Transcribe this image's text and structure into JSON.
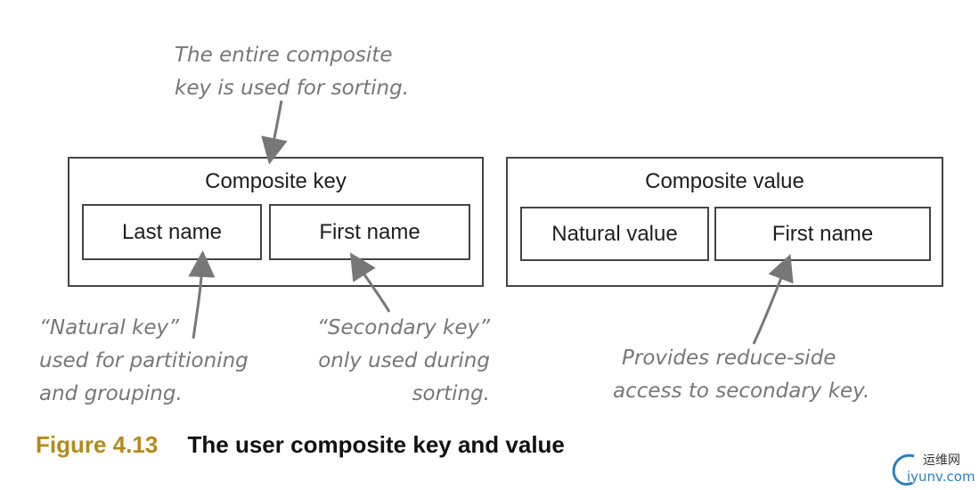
{
  "key_box": {
    "title": "Composite key",
    "fields": [
      "Last name",
      "First name"
    ]
  },
  "value_box": {
    "title": "Composite value",
    "fields": [
      "Natural value",
      "First name"
    ]
  },
  "notes": {
    "top": [
      "The entire composite",
      "key is used for sorting."
    ],
    "natural_key": [
      "“Natural key”",
      "used for partitioning",
      "and grouping."
    ],
    "secondary_key": [
      "“Secondary key”",
      "only used during",
      "sorting."
    ],
    "value_note": [
      "Provides reduce-side",
      "access to secondary key."
    ]
  },
  "caption": {
    "number": "Figure 4.13",
    "text": "The user composite key and value"
  },
  "watermark": {
    "cn": "运维网",
    "en": "iyunv.com"
  },
  "colors": {
    "border": "#444444",
    "annotation": "#777777",
    "caption_number": "#b58a1a",
    "watermark_blue": "#2a7fc0"
  }
}
